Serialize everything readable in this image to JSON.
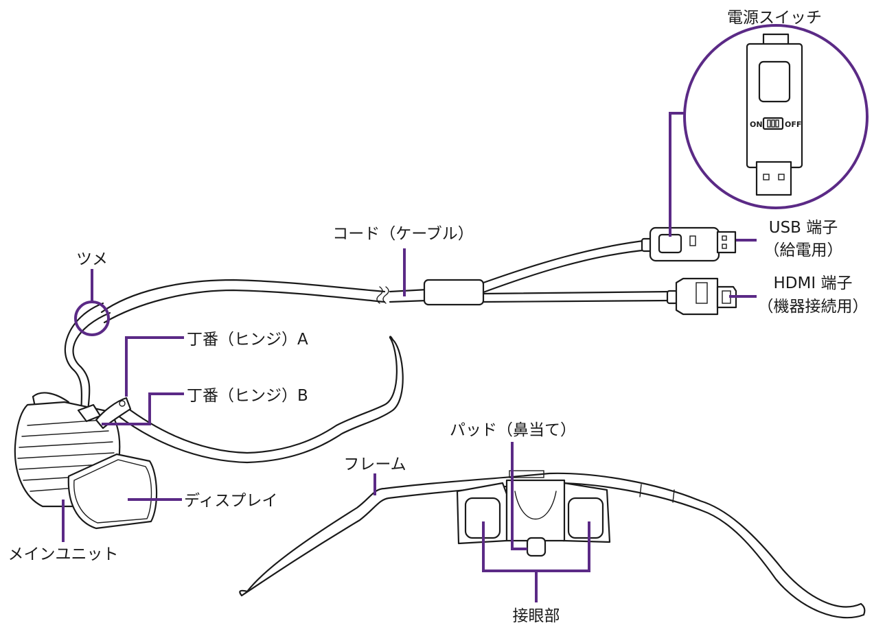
{
  "accent_color": "#5b2a86",
  "line_color": "#1a1a1a",
  "labels": {
    "power_switch": "電源スイッチ",
    "switch_on": "ON",
    "switch_off": "OFF",
    "cord": "コード（ケーブル）",
    "usb_line1": "USB 端子",
    "usb_line2": "（給電用）",
    "hdmi_line1": "HDMI 端子",
    "hdmi_line2": "（機器接続用）",
    "claw": "ツメ",
    "hinge_a": "丁番（ヒンジ）A",
    "hinge_b": "丁番（ヒンジ）B",
    "display": "ディスプレイ",
    "main_unit": "メインユニット",
    "pad": "パッド（鼻当て）",
    "frame": "フレーム",
    "eyepiece": "接眼部"
  }
}
